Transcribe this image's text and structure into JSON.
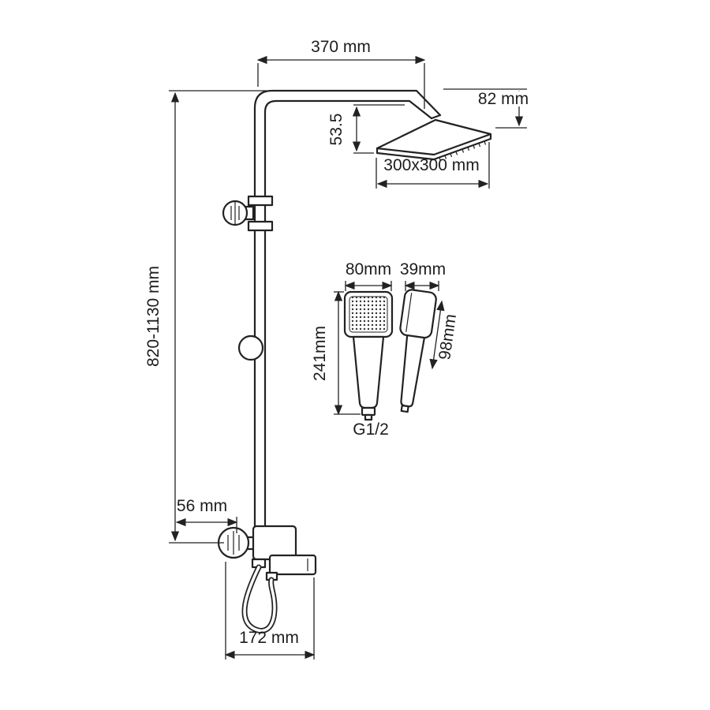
{
  "figure": {
    "colors": {
      "line": "#222222",
      "background": "#ffffff"
    },
    "dims": {
      "top_width": "370 mm",
      "head_height": "82 mm",
      "head_drop": "53.5",
      "head_size": "300x300 mm",
      "column_height": "820-1130 mm",
      "handset_width": "80mm",
      "handset_depth": "39mm",
      "handset_length": "241mm",
      "handset_side_length": "98mm",
      "thread": "G1/2",
      "wall_offset": "56 mm",
      "spout_reach": "172 mm"
    }
  }
}
